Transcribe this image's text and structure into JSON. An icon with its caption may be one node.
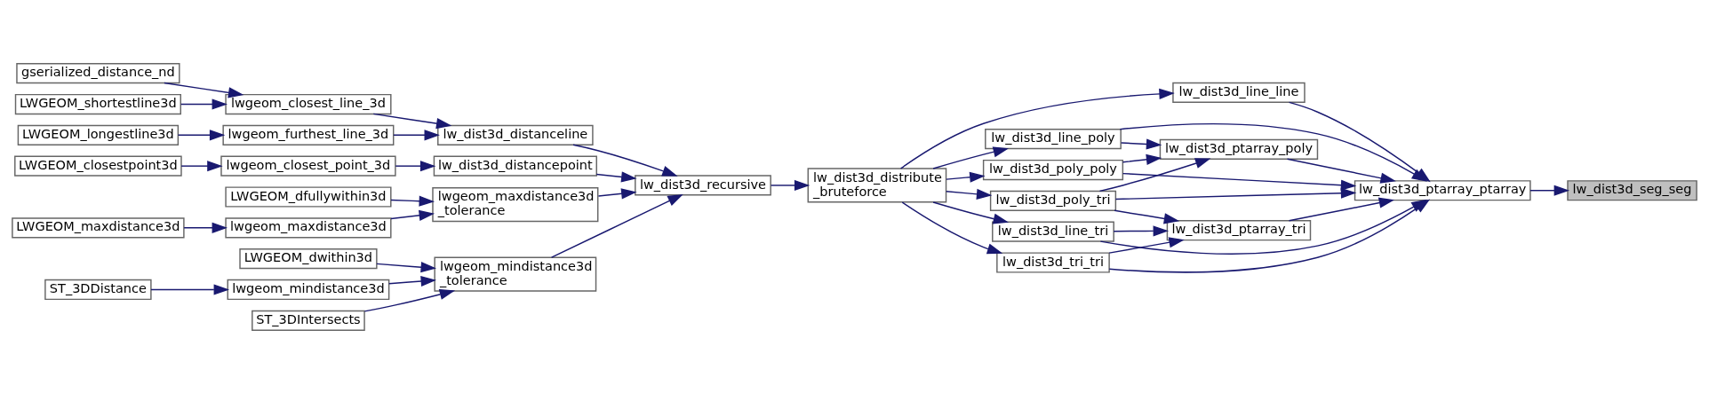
{
  "diagram": {
    "nodes": [
      {
        "text": [
          "lw_dist3d_seg_seg"
        ]
      },
      {
        "text": [
          "lw_dist3d_ptarray_ptarray"
        ]
      },
      {
        "text": [
          "lw_dist3d_line_line"
        ]
      },
      {
        "text": [
          "lw_dist3d_line_poly"
        ]
      },
      {
        "text": [
          "lw_dist3d_poly_poly"
        ]
      },
      {
        "text": [
          "lw_dist3d_ptarray_poly"
        ]
      },
      {
        "text": [
          "lw_dist3d_poly_tri"
        ]
      },
      {
        "text": [
          "lw_dist3d_line_tri"
        ]
      },
      {
        "text": [
          "lw_dist3d_ptarray_tri"
        ]
      },
      {
        "text": [
          "lw_dist3d_tri_tri"
        ]
      },
      {
        "text": [
          "lw_dist3d_distribute_bruteforce"
        ]
      },
      {
        "text": [
          "lw_dist3d_recursive"
        ]
      },
      {
        "text": [
          "lw_dist3d_distanceline"
        ]
      },
      {
        "text": [
          "lw_dist3d_distancepoint"
        ]
      },
      {
        "text": [
          "lwgeom_maxdistance3d_tolerance"
        ]
      },
      {
        "text": [
          "lwgeom_mindistance3d_tolerance"
        ]
      },
      {
        "text": [
          "lwgeom_closest_line_3d"
        ]
      },
      {
        "text": [
          "lwgeom_furthest_line_3d"
        ]
      },
      {
        "text": [
          "lwgeom_closest_point_3d"
        ]
      },
      {
        "text": [
          "LWGEOM_dfullywithin3d"
        ]
      },
      {
        "text": [
          "lwgeom_maxdistance3d"
        ]
      },
      {
        "text": [
          "LWGEOM_dwithin3d"
        ]
      },
      {
        "text": [
          "lwgeom_mindistance3d"
        ]
      },
      {
        "text": [
          "ST_3DIntersects"
        ]
      },
      {
        "text": [
          "gserialized_distance_nd"
        ]
      },
      {
        "text": [
          "LWGEOM_shortestline3d"
        ]
      },
      {
        "text": [
          "LWGEOM_longestline3d"
        ]
      },
      {
        "text": [
          "LWGEOM_closestpoint3d"
        ]
      },
      {
        "text": [
          "LWGEOM_maxdistance3d"
        ]
      },
      {
        "text": [
          "ST_3DDistance"
        ]
      }
    ],
    "edges": [
      {
        "from": 1,
        "to": 0,
        "arrow": "to"
      },
      {
        "from": 2,
        "to": 1,
        "arrow": "to"
      },
      {
        "from": 3,
        "to": 1,
        "arrow": "to"
      },
      {
        "from": 4,
        "to": 1,
        "arrow": "to"
      },
      {
        "from": 5,
        "to": 1,
        "arrow": "to"
      },
      {
        "from": 6,
        "to": 1,
        "arrow": "to"
      },
      {
        "from": 7,
        "to": 1,
        "arrow": "to"
      },
      {
        "from": 8,
        "to": 1,
        "arrow": "to"
      },
      {
        "from": 9,
        "to": 1,
        "arrow": "to"
      },
      {
        "from": 3,
        "to": 5,
        "arrow": "to"
      },
      {
        "from": 4,
        "to": 5,
        "arrow": "to"
      },
      {
        "from": 6,
        "to": 5,
        "arrow": "to"
      },
      {
        "from": 6,
        "to": 8,
        "arrow": "to"
      },
      {
        "from": 7,
        "to": 8,
        "arrow": "to"
      },
      {
        "from": 9,
        "to": 8,
        "arrow": "to"
      },
      {
        "from": 10,
        "to": 2,
        "arrow": "to"
      },
      {
        "from": 10,
        "to": 3,
        "arrow": "to"
      },
      {
        "from": 10,
        "to": 4,
        "arrow": "to"
      },
      {
        "from": 10,
        "to": 6,
        "arrow": "to"
      },
      {
        "from": 10,
        "to": 7,
        "arrow": "to"
      },
      {
        "from": 10,
        "to": 9,
        "arrow": "to"
      },
      {
        "from": 11,
        "to": 10,
        "arrow": "to"
      },
      {
        "from": 12,
        "to": 11,
        "arrow": "to"
      },
      {
        "from": 13,
        "to": 11,
        "arrow": "to"
      },
      {
        "from": 14,
        "to": 11,
        "arrow": "to"
      },
      {
        "from": 15,
        "to": 11,
        "arrow": "to"
      },
      {
        "from": 16,
        "to": 12,
        "arrow": "to"
      },
      {
        "from": 17,
        "to": 12,
        "arrow": "to"
      },
      {
        "from": 18,
        "to": 13,
        "arrow": "to"
      },
      {
        "from": 19,
        "to": 14,
        "arrow": "to"
      },
      {
        "from": 20,
        "to": 14,
        "arrow": "to"
      },
      {
        "from": 21,
        "to": 15,
        "arrow": "to"
      },
      {
        "from": 22,
        "to": 15,
        "arrow": "to"
      },
      {
        "from": 23,
        "to": 15,
        "arrow": "to"
      },
      {
        "from": 24,
        "to": 16,
        "arrow": "to"
      },
      {
        "from": 25,
        "to": 16,
        "arrow": "to"
      },
      {
        "from": 26,
        "to": 17,
        "arrow": "to"
      },
      {
        "from": 27,
        "to": 18,
        "arrow": "to"
      },
      {
        "from": 28,
        "to": 20,
        "arrow": "to"
      },
      {
        "from": 29,
        "to": 22,
        "arrow": "to"
      }
    ]
  }
}
